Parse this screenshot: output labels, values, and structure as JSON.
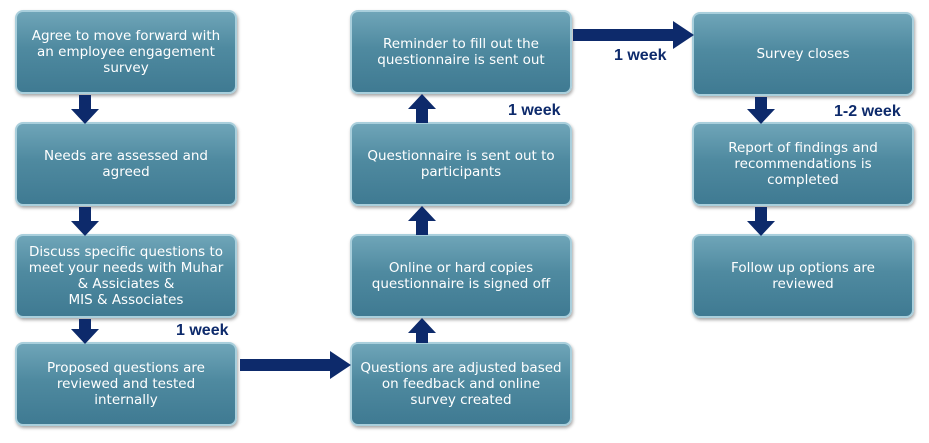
{
  "steps": [
    "Agree to move forward with an employee engagement survey",
    "Needs are assessed and agreed",
    "Discuss specific questions to meet your needs with Muhar & Assiciates &\nMIS & Associates",
    "Proposed questions are reviewed and tested internally",
    "Questions are adjusted based on feedback and online survey created",
    "Online or hard copies questionnaire is signed off",
    "Questionnaire is sent out to participants",
    "Reminder to fill out the questionnaire is sent out",
    "Survey closes",
    "Report of findings and recommendations is completed",
    "Follow up options are reviewed"
  ],
  "durations": [
    "1 week",
    "1 week",
    "1 week",
    "1-2 week"
  ],
  "colors": {
    "arrow": "#0d2a6b",
    "box": "#4f8aa0"
  }
}
